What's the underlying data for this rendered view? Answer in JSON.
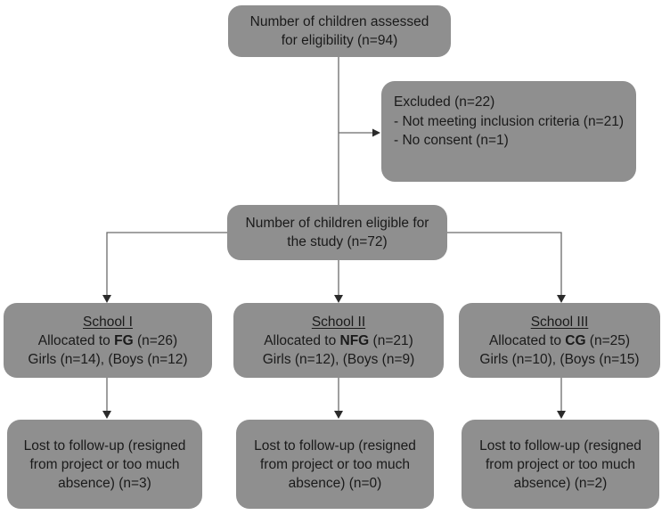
{
  "figure": {
    "type": "consort-flow-diagram",
    "colors": {
      "background": "#ffffff",
      "box_fill": "#8f8f8f",
      "text": "#1a1a1a",
      "line": "#6b6b6b",
      "arrowhead": "#2b2b2b"
    }
  },
  "boxes": {
    "assessed": {
      "lines": [
        "Number of children assessed",
        "for eligibility (n=94)"
      ]
    },
    "excluded": {
      "line1": "Excluded (n=22)",
      "line2": "- Not meeting inclusion criteria (n=21)",
      "line3": "- No consent (n=1)"
    },
    "eligible": {
      "lines": [
        "Number of children eligible for",
        "the study (n=72)"
      ]
    },
    "schools": [
      {
        "title": "School I",
        "alloc_prefix": "Allocated to ",
        "group": "FG",
        "alloc_suffix": " (n=26)",
        "detail": "Girls (n=14), (Boys (n=12)"
      },
      {
        "title": "School II",
        "alloc_prefix": "Allocated to ",
        "group": "NFG",
        "alloc_suffix": " (n=21)",
        "detail": "Girls (n=12), (Boys (n=9)"
      },
      {
        "title": "School III",
        "alloc_prefix": "Allocated to ",
        "group": "CG",
        "alloc_suffix": " (n=25)",
        "detail": "Girls (n=10), (Boys (n=15)"
      }
    ],
    "lost": [
      {
        "lines": [
          "Lost to follow-up (resigned",
          "from project or too much",
          "absence) (n=3)"
        ]
      },
      {
        "lines": [
          "Lost to follow-up (resigned",
          "from project or too much",
          "absence) (n=0)"
        ]
      },
      {
        "lines": [
          "Lost to follow-up (resigned",
          "from project or too much",
          "absence) (n=2)"
        ]
      }
    ]
  }
}
